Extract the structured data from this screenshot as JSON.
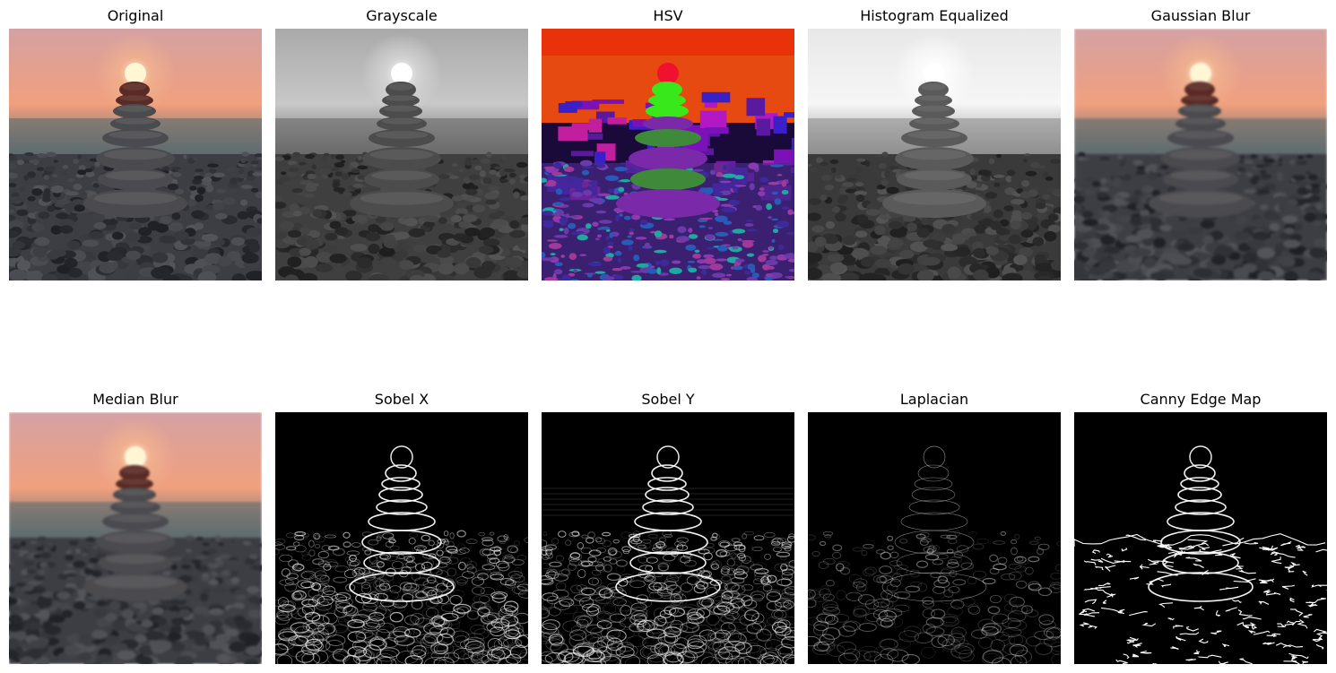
{
  "panels": [
    {
      "title": "Original",
      "style": "color"
    },
    {
      "title": "Grayscale",
      "style": "gray"
    },
    {
      "title": "HSV",
      "style": "hsv"
    },
    {
      "title": "Histogram Equalized",
      "style": "equalized"
    },
    {
      "title": "Gaussian Blur",
      "style": "color-blur"
    },
    {
      "title": "Median Blur",
      "style": "color-blur"
    },
    {
      "title": "Sobel X",
      "style": "edges-x"
    },
    {
      "title": "Sobel Y",
      "style": "edges-y"
    },
    {
      "title": "Laplacian",
      "style": "laplacian"
    },
    {
      "title": "Canny Edge Map",
      "style": "canny"
    }
  ],
  "colors": {
    "sky_top": "#d4a1a3",
    "sky_glow": "#f1a07e",
    "sun": "#fff6d6",
    "sea": "#5e6c70",
    "stone": "#4b4a4e",
    "pebbles": "#3d3e44",
    "hsv_orange": "#e64a10",
    "hsv_magenta": "#b318c4",
    "hsv_green": "#39e81a"
  }
}
